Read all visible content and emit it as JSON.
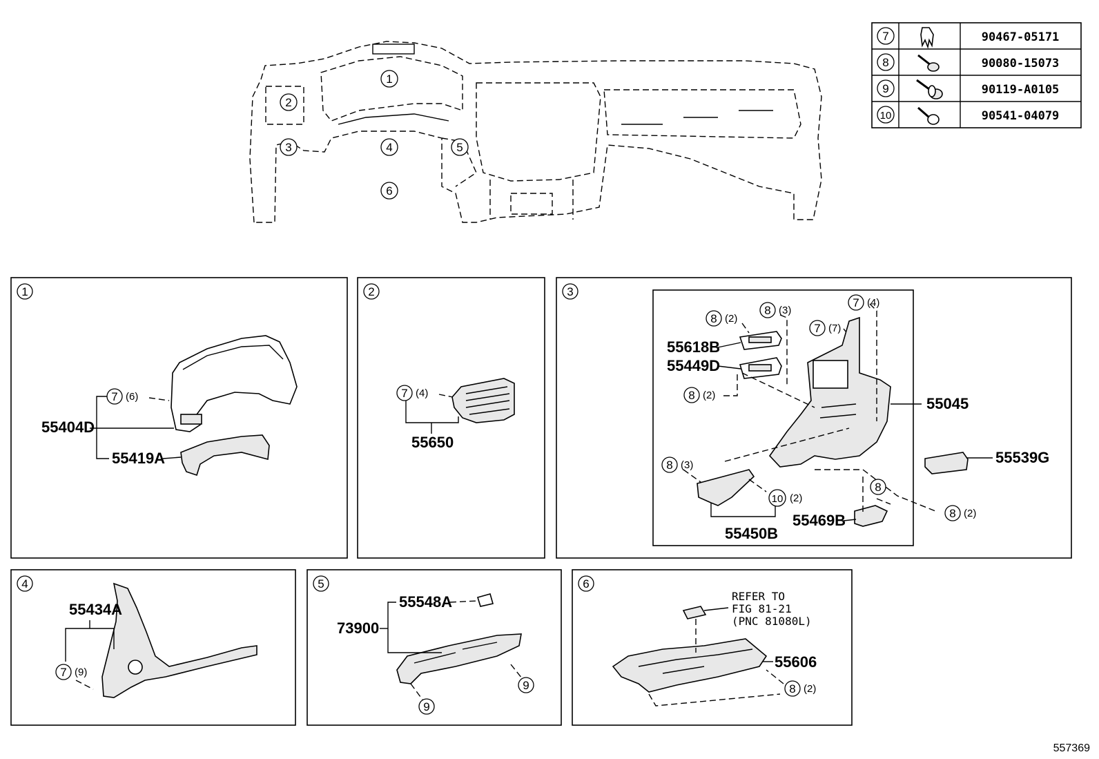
{
  "fastener_table": [
    {
      "ref": "7",
      "part": "90467-05171",
      "icon": "clip-icon"
    },
    {
      "ref": "8",
      "part": "90080-15073",
      "icon": "bolt-icon"
    },
    {
      "ref": "9",
      "part": "90119-A0105",
      "icon": "bolt-washer-icon"
    },
    {
      "ref": "10",
      "part": "90541-04079",
      "icon": "pin-icon"
    }
  ],
  "overview_callouts": [
    "1",
    "2",
    "3",
    "4",
    "5",
    "6"
  ],
  "panels": {
    "p1": {
      "num": "1",
      "parts": [
        "55404D",
        "55419A"
      ],
      "fastener": {
        "ref": "7",
        "qty": "(6)"
      }
    },
    "p2": {
      "num": "2",
      "parts": [
        "55650"
      ],
      "fastener": {
        "ref": "7",
        "qty": "(4)"
      }
    },
    "p3": {
      "num": "3",
      "parts": [
        "55618B",
        "55449D",
        "55045",
        "55539G",
        "55450B",
        "55469B"
      ],
      "fasteners": [
        {
          "ref": "8",
          "qty": "(2)"
        },
        {
          "ref": "8",
          "qty": "(3)"
        },
        {
          "ref": "7",
          "qty": "(4)"
        },
        {
          "ref": "7",
          "qty": "(7)"
        },
        {
          "ref": "8",
          "qty": "(2)"
        },
        {
          "ref": "8",
          "qty": "(3)"
        },
        {
          "ref": "10",
          "qty": "(2)"
        },
        {
          "ref": "8",
          "qty": ""
        },
        {
          "ref": "8",
          "qty": "(2)"
        }
      ]
    },
    "p4": {
      "num": "4",
      "parts": [
        "55434A"
      ],
      "fastener": {
        "ref": "7",
        "qty": "(9)"
      }
    },
    "p5": {
      "num": "5",
      "parts": [
        "55548A",
        "73900"
      ],
      "fasteners": [
        {
          "ref": "9"
        },
        {
          "ref": "9"
        }
      ]
    },
    "p6": {
      "num": "6",
      "parts": [
        "55606"
      ],
      "refer": [
        "REFER TO",
        "FIG 81-21",
        "(PNC 81080L)"
      ],
      "fastener": {
        "ref": "8",
        "qty": "(2)"
      }
    }
  },
  "figure_id": "557369"
}
